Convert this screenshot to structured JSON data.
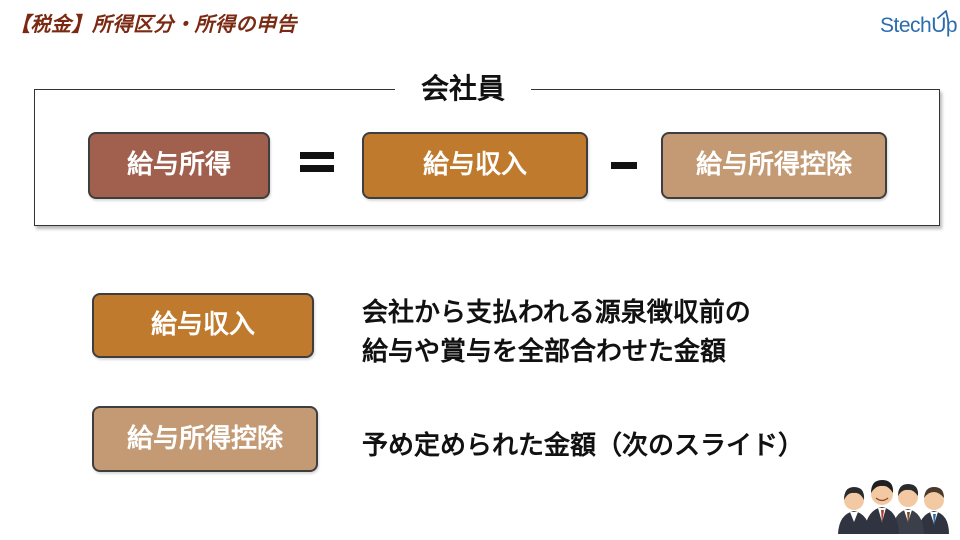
{
  "header": {
    "title": "【税金】所得区分・所得の申告",
    "logo_text": "StechUp"
  },
  "formula": {
    "label": "会社員",
    "result": "給与所得",
    "term_a": "給与収入",
    "term_b": "給与所得控除",
    "equals_icon": "equals-icon",
    "minus_icon": "minus-icon"
  },
  "definitions": [
    {
      "term": "給与収入",
      "lines": [
        "会社から支払われる源泉徴収前の",
        "給与や賞与を全部合わせた金額"
      ]
    },
    {
      "term": "給与所得控除",
      "lines": [
        "予め定められた金額（次のスライド）"
      ]
    }
  ],
  "illustration": "business-people-icon",
  "colors": {
    "title": "#7a2a12",
    "income": "#a0604d",
    "revenue": "#c07a2e",
    "deduction": "#c39a74",
    "logo": "#2b6cb0"
  }
}
